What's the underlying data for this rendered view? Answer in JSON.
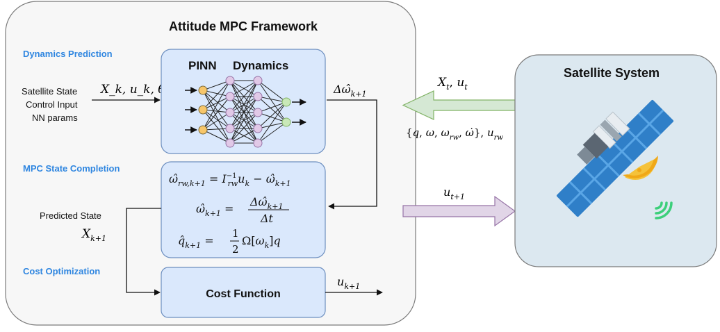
{
  "framework": {
    "title": "Attitude MPC Framework",
    "section_dynamics": "Dynamics Prediction",
    "section_state": "MPC State Completion",
    "section_cost": "Cost Optimization"
  },
  "inputs": {
    "line1": "Satellite State",
    "line2": "Control Input",
    "line3": "NN params",
    "symbols": "X_k, u_k, θ"
  },
  "pinn": {
    "title_a": "PINN",
    "title_b": "Dynamics",
    "output": "Δω̂_{k+1}"
  },
  "state_completion": {
    "eq1": "ω̂_{rw,k+1} = I_{rw}^{-1} u_k − ω̂_{k+1}",
    "eq2": "ω̂_{k+1} = Δω̂_{k+1} / Δt",
    "eq3": "q̂_{k+1} = ½ Ω[ω_k] q"
  },
  "predicted": {
    "label": "Predicted State",
    "symbol": "X_{k+1}"
  },
  "cost": {
    "label": "Cost Function",
    "output": "u_{k+1}"
  },
  "links": {
    "feedback_top": "X_t, u_t",
    "feedback_bottom": "{q, ω, ω_rw, ω̇}, u_rw",
    "command": "u_{t+1}"
  },
  "satellite": {
    "title": "Satellite System"
  },
  "colors": {
    "panel_fill": "#f7f7f7",
    "box_fill": "#dae8fc",
    "box_stroke": "#6c8ebf",
    "satellite_fill": "#dce8f0",
    "feedback_arrow": "#d5e8d4",
    "command_arrow": "#e1d5e7",
    "section_label": "#2f86e0"
  }
}
